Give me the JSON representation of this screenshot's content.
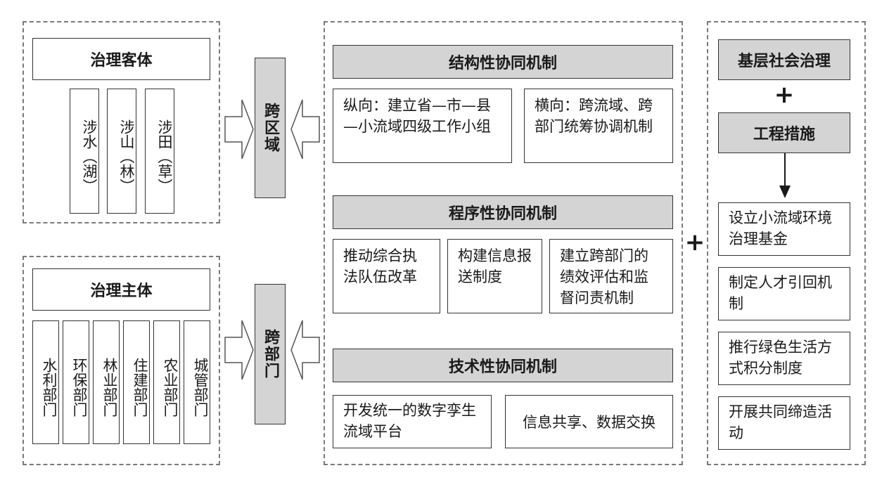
{
  "objects": {
    "title": "治理客体",
    "items": [
      "涉水（湖）",
      "涉山（林）",
      "涉田（草）"
    ]
  },
  "subjects": {
    "title": "治理主体",
    "items": [
      "水利部门",
      "环保部门",
      "林业部门",
      "住建部门",
      "农业部门",
      "城管部门"
    ]
  },
  "connectors": {
    "cross_region": "跨区域",
    "cross_department": "跨部门"
  },
  "mechanisms": {
    "structural": {
      "title": "结构性协同机制",
      "items": [
        "纵向：建立省—市—县—小流域四级工作小组",
        "横向：跨流域、跨部门统筹协调机制"
      ]
    },
    "procedural": {
      "title": "程序性协同机制",
      "items": [
        "推动综合执法队伍改革",
        "构建信息报送制度",
        "建立跨部门的绩效评估和监督问责机制"
      ]
    },
    "technical": {
      "title": "技术性协同机制",
      "items": [
        "开发统一的数字孪生流域平台",
        "信息共享、数据交换"
      ]
    }
  },
  "plus_symbol": "+",
  "right": {
    "governance": "基层社会治理",
    "engineering": "工程措施",
    "measures": [
      "设立小流域环境治理基金",
      "制定人才引回机制",
      "推行绿色生活方式积分制度",
      "开展共同缔造活动"
    ]
  }
}
